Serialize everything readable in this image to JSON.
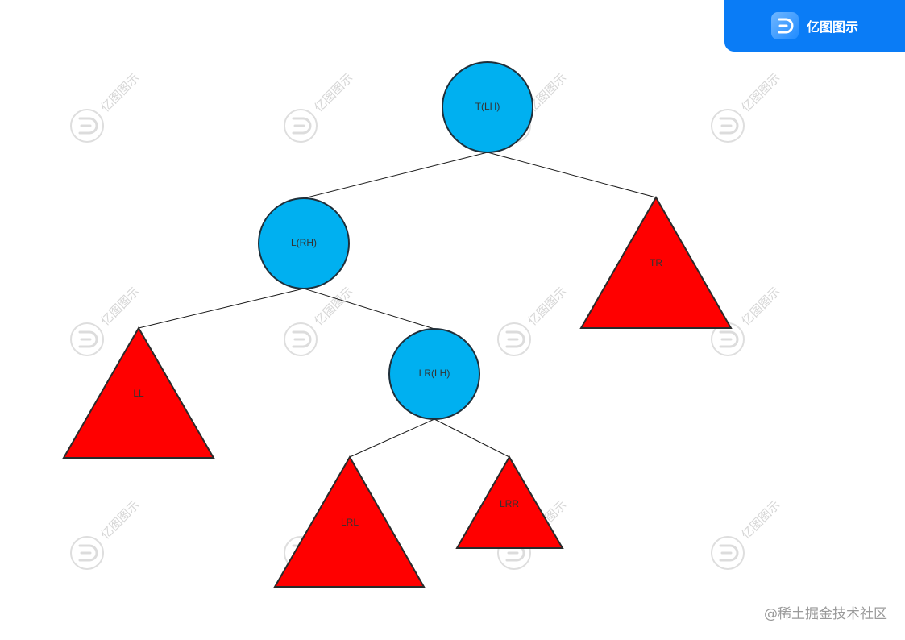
{
  "brand": {
    "name": "亿图图示",
    "logo_icon": "edraw-logo-icon",
    "background_color": "#0a7cf6"
  },
  "watermark": {
    "text": "亿图图示",
    "icon": "edraw-logo-icon"
  },
  "credit": "@稀土掘金技术社区",
  "tree": {
    "nodes": [
      {
        "id": "T",
        "label": "T(LH)",
        "shape": "circle",
        "color": "#00b0f0"
      },
      {
        "id": "L",
        "label": "L(RH)",
        "shape": "circle",
        "color": "#00b0f0"
      },
      {
        "id": "TR",
        "label": "TR",
        "shape": "triangle",
        "color": "#ff0000"
      },
      {
        "id": "LL",
        "label": "LL",
        "shape": "triangle",
        "color": "#ff0000"
      },
      {
        "id": "LR",
        "label": "LR(LH)",
        "shape": "circle",
        "color": "#00b0f0"
      },
      {
        "id": "LRL",
        "label": "LRL",
        "shape": "triangle",
        "color": "#ff0000"
      },
      {
        "id": "LRR",
        "label": "LRR",
        "shape": "triangle",
        "color": "#ff0000"
      }
    ],
    "edges": [
      {
        "from": "T",
        "to": "L"
      },
      {
        "from": "T",
        "to": "TR"
      },
      {
        "from": "L",
        "to": "LL"
      },
      {
        "from": "L",
        "to": "LR"
      },
      {
        "from": "LR",
        "to": "LRL"
      },
      {
        "from": "LR",
        "to": "LRR"
      }
    ]
  }
}
